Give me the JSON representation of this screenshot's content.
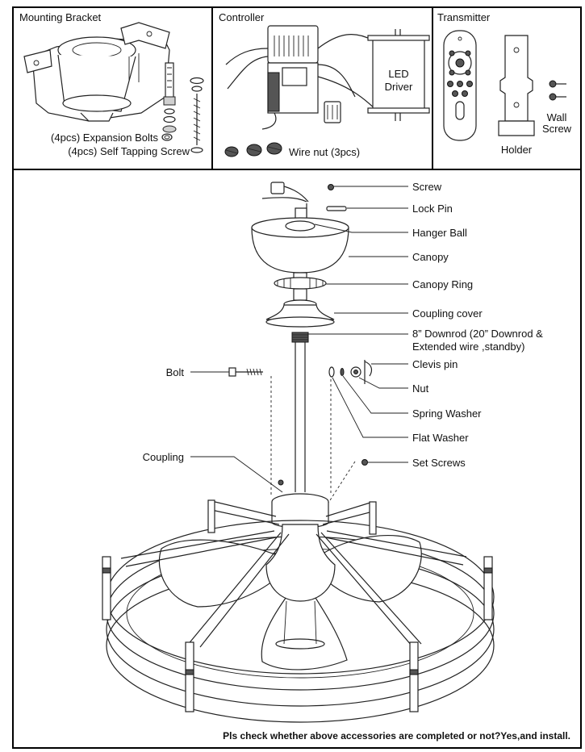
{
  "accessories": {
    "mounting_bracket": {
      "title": "Mounting Bracket",
      "expansion_bolts": "(4pcs) Expansion Bolts",
      "self_tapping_screw": "(4pcs) Self Tapping Screw"
    },
    "controller": {
      "title": "Controller",
      "led_driver_line1": "LED",
      "led_driver_line2": "Driver",
      "wire_nut": "Wire nut (3pcs)"
    },
    "transmitter": {
      "title": "Transmitter",
      "holder": "Holder",
      "wall_screw_line1": "Wall",
      "wall_screw_line2": "Screw"
    }
  },
  "assembly": {
    "labels_right": {
      "screw": "Screw",
      "lock_pin": "Lock Pin",
      "hanger_ball": "Hanger Ball",
      "canopy": "Canopy",
      "canopy_ring": "Canopy Ring",
      "coupling_cover": "Coupling cover",
      "downrod_line1": "8” Downrod (20” Downrod &",
      "downrod_line2": "Extended wire ,standby)",
      "clevis_pin": "Clevis pin",
      "nut": "Nut",
      "spring_washer": "Spring Washer",
      "flat_washer": "Flat Washer",
      "set_screws": "Set Screws"
    },
    "labels_left": {
      "bolt": "Bolt",
      "coupling": "Coupling"
    }
  },
  "footer": "Pls check whether above accessories are completed or not?Yes,and install."
}
